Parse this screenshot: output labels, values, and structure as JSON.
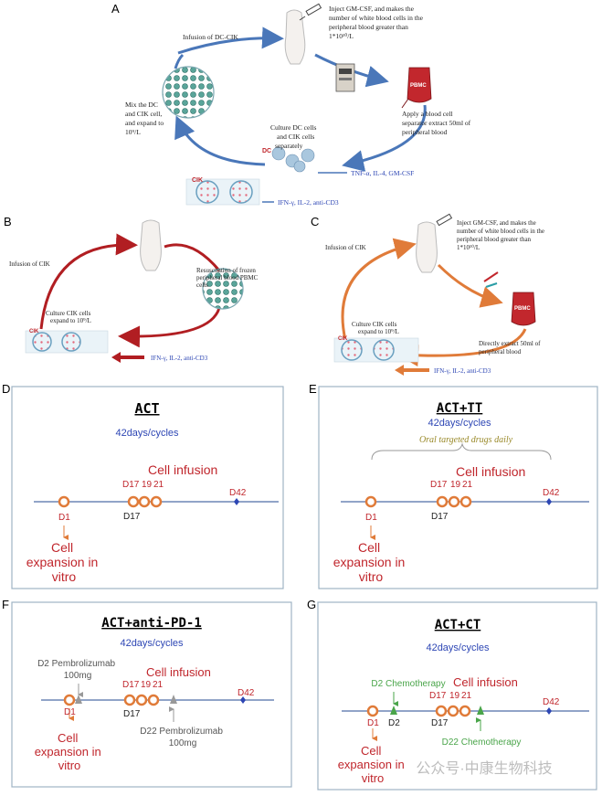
{
  "colors": {
    "blue_arrow": "#4a77b9",
    "red_arrow": "#b11e22",
    "orange_arrow": "#e07b39",
    "timeline": "#4f6ea8",
    "panel_border": "#9fb3c4",
    "red_text": "#c0262c",
    "blue_text": "#2d46b4",
    "green_text": "#4aa54a",
    "olive_text": "#9a8a2a",
    "gray_text": "#555555"
  },
  "panelA": {
    "letter": "A",
    "inject": [
      "Inject GM-CSF, and makes the",
      "number of white blood cells in the",
      "peripheral blood greater than",
      "1*10¹⁰/L"
    ],
    "infusion": "Infusion of DC-CIK",
    "apply": [
      "Apply a blood cell",
      "separator extract 50ml of",
      "peripheral blood"
    ],
    "mix": [
      "Mix the DC",
      "and CIK cell,",
      "and expand to",
      "10⁹/L"
    ],
    "culture": [
      "Culture DC cells",
      "and CIK cells",
      "separately"
    ],
    "dc_label": "DC",
    "cik_label": "CIK",
    "pbmc_label": "PBMC",
    "tnf": "TNF-α, IL-4, GM-CSF",
    "ifn": "IFN-γ, IL-2, anti-CD3"
  },
  "panelB": {
    "letter": "B",
    "infusion": "Infusion of CIK",
    "resus": [
      "Resuscitation of frozen",
      "peripheral blood PBMC",
      "cells"
    ],
    "culture": [
      "Culture CIK cells",
      "expand to 10⁹/L"
    ],
    "cik_label": "CIK",
    "ifn": "IFN-γ, IL-2, anti-CD3"
  },
  "panelC": {
    "letter": "C",
    "inject": [
      "Inject GM-CSF, and makes the",
      "number of white blood cells in the",
      "peripheral blood greater than",
      "1*10¹⁰/L"
    ],
    "infusion": "Infusion of CIK",
    "culture": [
      "Culture CIK cells",
      "expand to 10⁹/L"
    ],
    "direct": [
      "Directly extract 50ml of",
      "peripheral blood"
    ],
    "cik_label": "CIK",
    "pbmc_label": "PBMC",
    "ifn": "IFN-γ, IL-2, anti-CD3"
  },
  "panelD": {
    "letter": "D",
    "title": "ACT",
    "cycle": "42days/cycles",
    "d1": "D1",
    "d17_top": "D17",
    "d19": "19",
    "d21": "21",
    "d17_bottom": "D17",
    "d42": "D42",
    "cell_infusion": "Cell infusion",
    "expansion": [
      "Cell",
      "expansion in",
      "vitro"
    ]
  },
  "panelE": {
    "letter": "E",
    "title": "ACT+TT",
    "cycle": "42days/cycles",
    "oral": "Oral targeted drugs daily",
    "d1": "D1",
    "d17_top": "D17",
    "d19": "19",
    "d21": "21",
    "d17_bottom": "D17",
    "d42": "D42",
    "cell_infusion": "Cell infusion",
    "expansion": [
      "Cell",
      "expansion in",
      "vitro"
    ]
  },
  "panelF": {
    "letter": "F",
    "title": "ACT+anti-PD-1",
    "cycle": "42days/cycles",
    "d2_pem": [
      "D2 Pembrolizumab",
      "100mg"
    ],
    "d22_pem": [
      "D22 Pembrolizumab",
      "100mg"
    ],
    "d1": "D1",
    "d17_top": "D17",
    "d19": "19",
    "d21": "21",
    "d17_bottom": "D17",
    "d42": "D42",
    "cell_infusion": "Cell infusion",
    "expansion": [
      "Cell",
      "expansion in",
      "vitro"
    ]
  },
  "panelG": {
    "letter": "G",
    "title": "ACT+CT",
    "cycle": "42days/cycles",
    "d2_chemo": "D2 Chemotherapy",
    "d22_chemo": "D22 Chemotherapy",
    "d2": "D2",
    "d1": "D1",
    "d17_top": "D17",
    "d19": "19",
    "d21": "21",
    "d17_bottom": "D17",
    "d42": "D42",
    "cell_infusion": "Cell infusion",
    "expansion": [
      "Cell",
      "expansion in",
      "vitro"
    ]
  },
  "watermark": "公众号·中康生物科技"
}
